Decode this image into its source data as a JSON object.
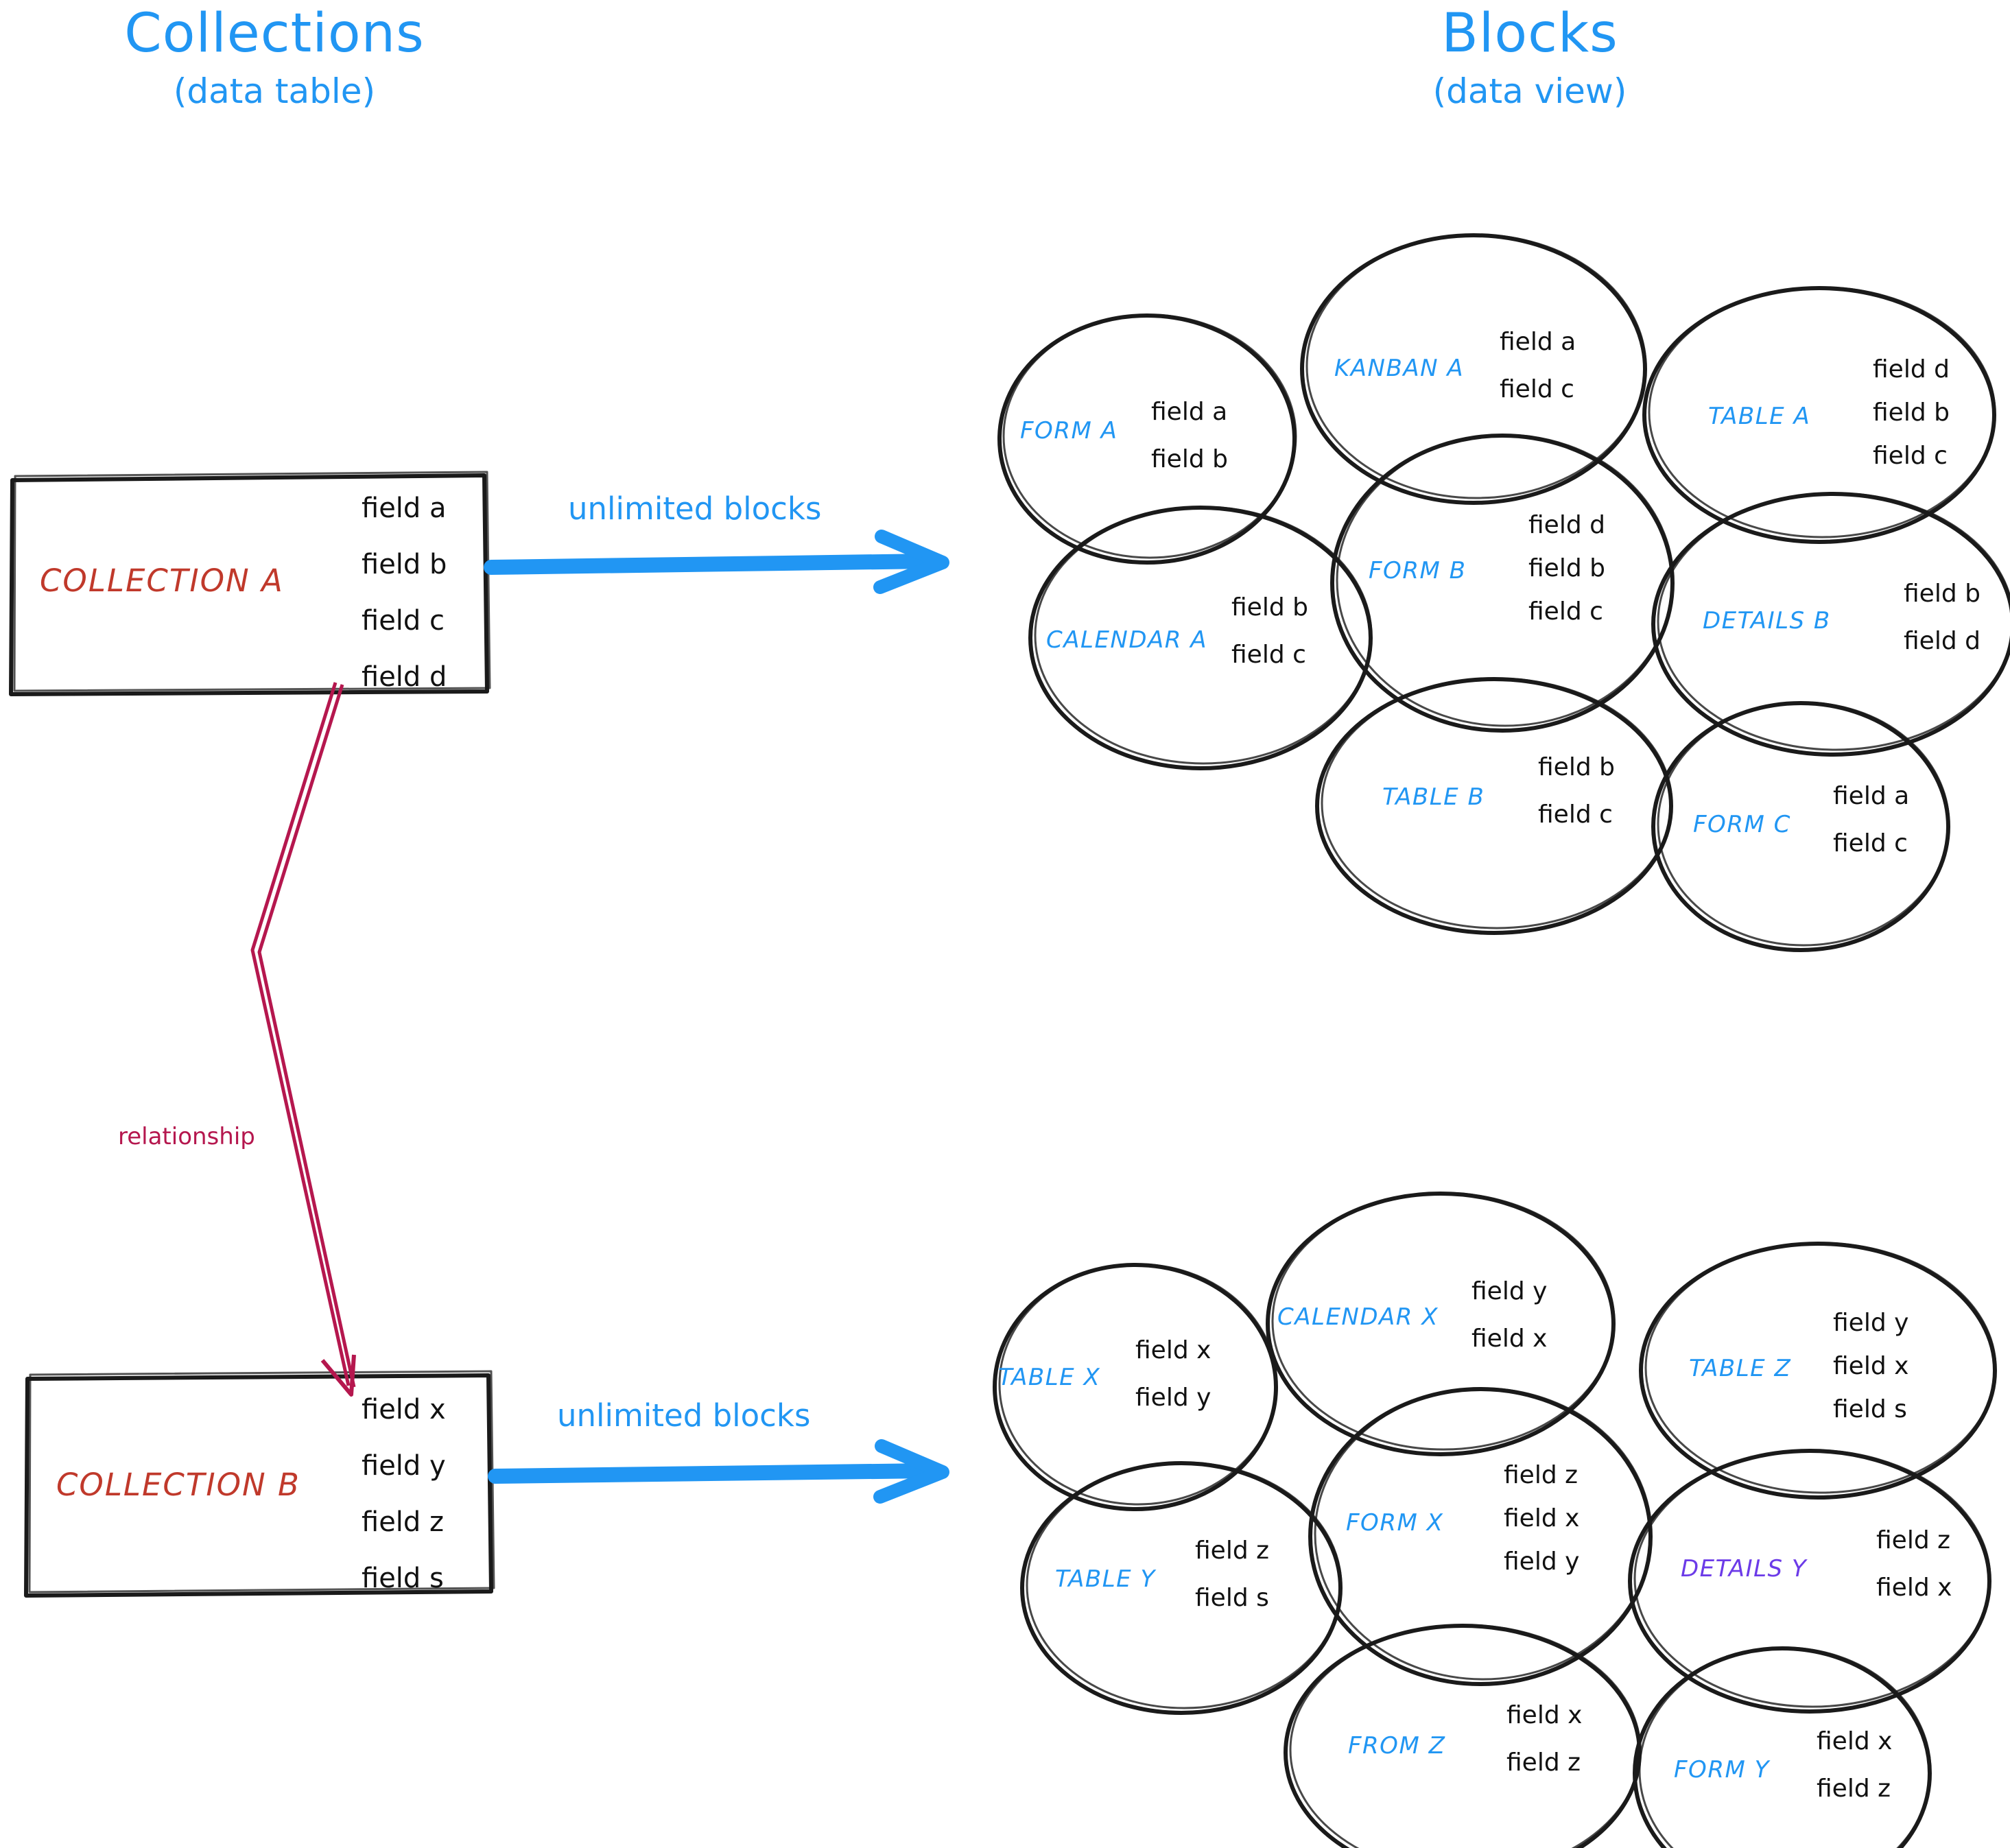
{
  "headings": {
    "left": {
      "title": "Collections",
      "subtitle": "(data table)"
    },
    "right": {
      "title": "Blocks",
      "subtitle": "(data view)"
    }
  },
  "colors": {
    "blue": "#2196F3",
    "red": "#C0392B",
    "crimson": "#B5174E",
    "purple": "#6C3BE8",
    "ink": "#111111"
  },
  "collections": [
    {
      "name": "COLLECTION A",
      "fields": [
        "field a",
        "field b",
        "field c",
        "field d"
      ],
      "arrow_label": "unlimited blocks"
    },
    {
      "name": "COLLECTION B",
      "fields": [
        "field x",
        "field y",
        "field z",
        "field s"
      ],
      "arrow_label": "unlimited blocks"
    }
  ],
  "relationship": {
    "label": "relationship"
  },
  "block_groups": [
    {
      "for": "COLLECTION A",
      "blocks": [
        {
          "name": "FORM A",
          "color": "#2196F3",
          "fields": [
            "field a",
            "field b"
          ]
        },
        {
          "name": "KANBAN A",
          "color": "#2196F3",
          "fields": [
            "field a",
            "field c"
          ]
        },
        {
          "name": "TABLE A",
          "color": "#2196F3",
          "fields": [
            "field d",
            "field b",
            "field c"
          ]
        },
        {
          "name": "CALENDAR A",
          "color": "#2196F3",
          "fields": [
            "field b",
            "field c"
          ]
        },
        {
          "name": "FORM B",
          "color": "#2196F3",
          "fields": [
            "field d",
            "field b",
            "field c"
          ]
        },
        {
          "name": "DETAILS B",
          "color": "#2196F3",
          "fields": [
            "field b",
            "field d"
          ]
        },
        {
          "name": "TABLE B",
          "color": "#2196F3",
          "fields": [
            "field b",
            "field c"
          ]
        },
        {
          "name": "FORM C",
          "color": "#2196F3",
          "fields": [
            "field a",
            "field c"
          ]
        }
      ]
    },
    {
      "for": "COLLECTION B",
      "blocks": [
        {
          "name": "TABLE X",
          "color": "#2196F3",
          "fields": [
            "field x",
            "field y"
          ]
        },
        {
          "name": "CALENDAR X",
          "color": "#2196F3",
          "fields": [
            "field y",
            "field x"
          ]
        },
        {
          "name": "TABLE Z",
          "color": "#2196F3",
          "fields": [
            "field y",
            "field x",
            "field s"
          ]
        },
        {
          "name": "TABLE Y",
          "color": "#2196F3",
          "fields": [
            "field z",
            "field s"
          ]
        },
        {
          "name": "FORM X",
          "color": "#2196F3",
          "fields": [
            "field z",
            "field x",
            "field y"
          ]
        },
        {
          "name": "DETAILS Y",
          "color": "#6C3BE8",
          "fields": [
            "field z",
            "field x"
          ]
        },
        {
          "name": "FROM Z",
          "color": "#2196F3",
          "fields": [
            "field x",
            "field z"
          ]
        },
        {
          "name": "FORM Y",
          "color": "#2196F3",
          "fields": [
            "field x",
            "field z"
          ]
        }
      ]
    }
  ]
}
